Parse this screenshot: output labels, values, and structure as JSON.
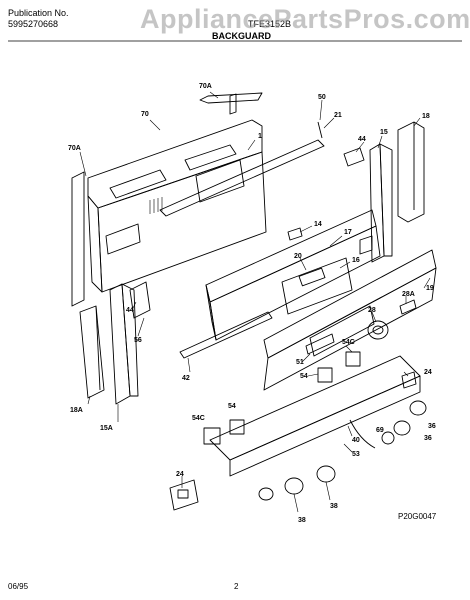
{
  "header": {
    "publication_label": "Publication No.",
    "publication_number": "5995270668",
    "model": "TFE3152B",
    "section_title": "BACKGUARD"
  },
  "watermark": "AppliancePartsPros.com",
  "diagram_code": "P20G0047",
  "footer": {
    "date": "06/95",
    "page": "2"
  },
  "callouts": {
    "c70A_top": "70A",
    "c70": "70",
    "c50": "50",
    "c21": "21",
    "c1": "1",
    "c44_top": "44",
    "c15": "15",
    "c18": "18",
    "c70A_left": "70A",
    "c14": "14",
    "c17": "17",
    "c20": "20",
    "c16": "16",
    "c19": "19",
    "c28": "28",
    "c28A": "28A",
    "c51": "51",
    "c54C_right": "54C",
    "c44_left": "44",
    "c56": "56",
    "c42": "42",
    "c54_mid": "54",
    "c24_right": "24",
    "c18A": "18A",
    "c15A": "15A",
    "c54C_left": "54C",
    "c54_left": "54",
    "c36_a": "36",
    "c69": "69",
    "c36_b": "36",
    "c40": "40",
    "c53": "53",
    "c24_bottom": "24",
    "c38_a": "38",
    "c38_b": "38"
  }
}
